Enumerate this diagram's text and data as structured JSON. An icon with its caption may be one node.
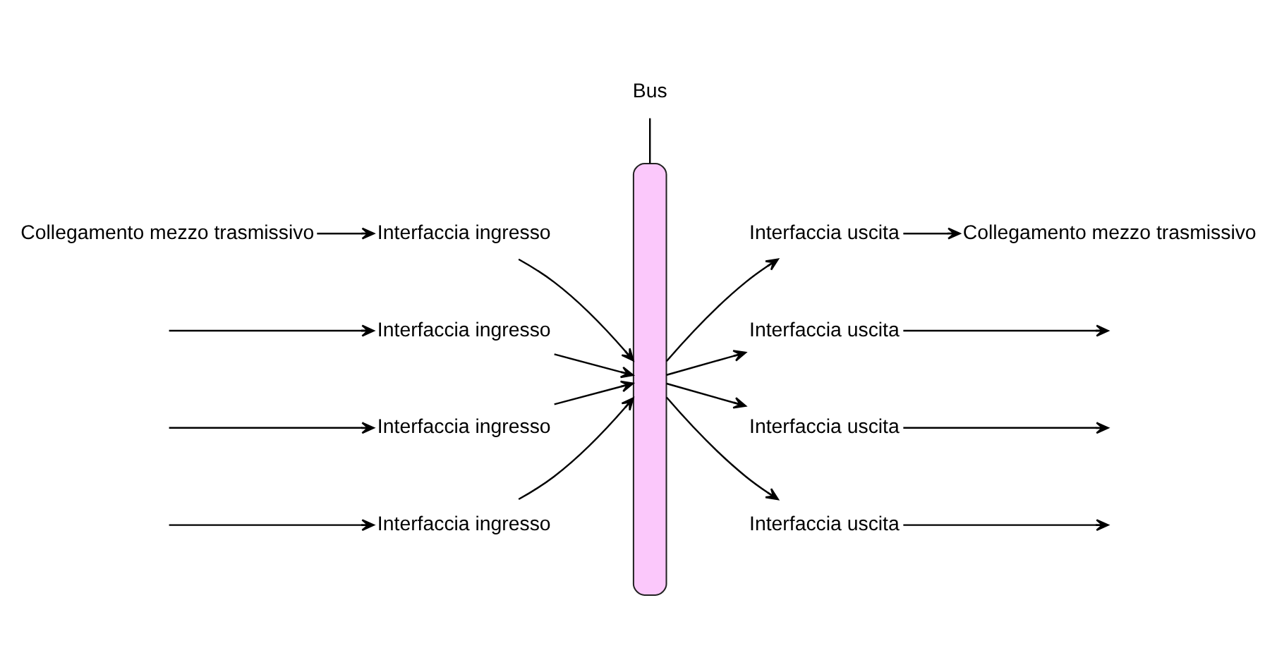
{
  "diagram": {
    "nodes": [
      {
        "text": [
          "Collegamento mezzo trasmissivo"
        ]
      },
      {
        "text": [
          "Interfaccia ingresso"
        ]
      },
      {
        "text": [],
        "shape": "bar"
      },
      {
        "text": [
          "Interfaccia uscita"
        ]
      },
      {
        "text": [
          "Collegamento mezzo trasmissivo"
        ]
      },
      {
        "text": [
          "Interfaccia ingresso"
        ]
      },
      {
        "text": [
          "Interfaccia uscita"
        ]
      },
      {
        "text": [
          "Interfaccia ingresso"
        ]
      },
      {
        "text": [
          "Interfaccia uscita"
        ]
      },
      {
        "text": [
          "Interfaccia ingresso"
        ]
      },
      {
        "text": [
          "Interfaccia uscita"
        ]
      },
      {
        "text": [
          "Bus"
        ]
      }
    ],
    "edges": [
      {
        "from": 0,
        "to": 1,
        "arrow": "to"
      },
      {
        "from": 1,
        "to": 2,
        "arrow": "to"
      },
      {
        "from": 2,
        "to": 3,
        "arrow": "to"
      },
      {
        "from": 3,
        "to": 4,
        "arrow": "to"
      },
      {
        "from": null,
        "to": 5,
        "arrow": "to"
      },
      {
        "from": 5,
        "to": 2,
        "arrow": "to"
      },
      {
        "from": 2,
        "to": 6,
        "arrow": "to"
      },
      {
        "from": 6,
        "to": null,
        "arrow": "to"
      },
      {
        "from": null,
        "to": 7,
        "arrow": "to"
      },
      {
        "from": 7,
        "to": 2,
        "arrow": "to"
      },
      {
        "from": 2,
        "to": 8,
        "arrow": "to"
      },
      {
        "from": 8,
        "to": null,
        "arrow": "to"
      },
      {
        "from": null,
        "to": 9,
        "arrow": "to"
      },
      {
        "from": 9,
        "to": 2,
        "arrow": "to"
      },
      {
        "from": 2,
        "to": 10,
        "arrow": "to"
      },
      {
        "from": 10,
        "to": null,
        "arrow": "to"
      },
      {
        "from": 11,
        "to": 2,
        "arrow": "none"
      }
    ]
  }
}
